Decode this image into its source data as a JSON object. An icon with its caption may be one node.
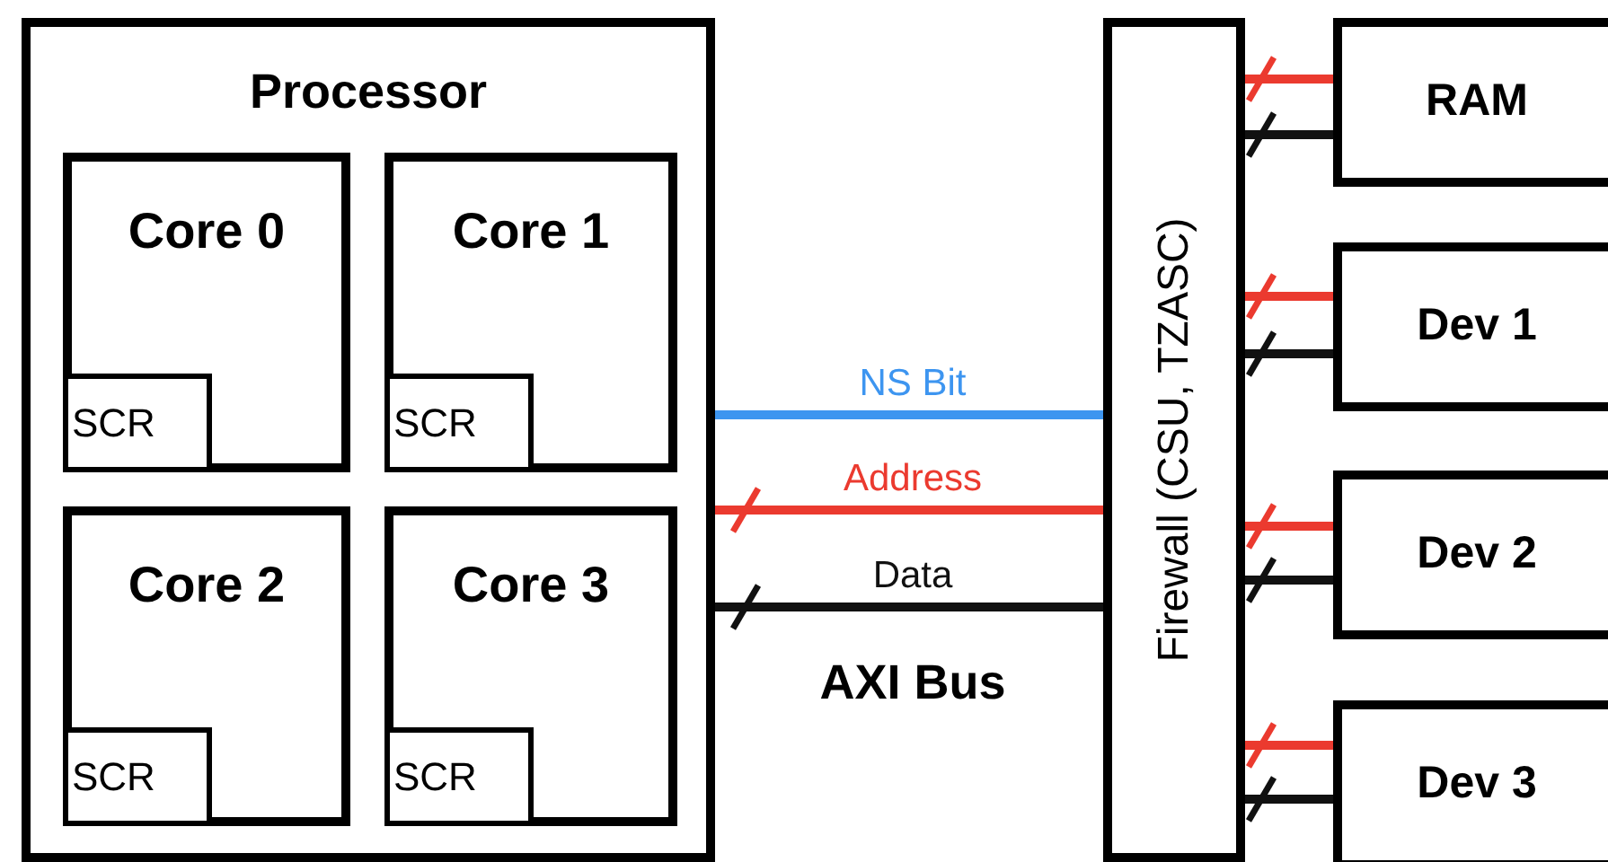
{
  "diagram": {
    "nodes": [
      {
        "text": [
          "Processor"
        ]
      },
      {
        "text": [
          "Core 0"
        ],
        "in": 0
      },
      {
        "text": [
          "Core 1"
        ],
        "in": 0
      },
      {
        "text": [
          "Core 2"
        ],
        "in": 0
      },
      {
        "text": [
          "Core 3"
        ],
        "in": 0
      },
      {
        "text": [
          "SCR"
        ],
        "in": 1
      },
      {
        "text": [
          "SCR"
        ],
        "in": 2
      },
      {
        "text": [
          "SCR"
        ],
        "in": 3
      },
      {
        "text": [
          "SCR"
        ],
        "in": 4
      },
      {
        "text": [
          "Firewall (CSU, TZASC)"
        ]
      },
      {
        "text": [
          "RAM"
        ]
      },
      {
        "text": [
          "Dev 1"
        ]
      },
      {
        "text": [
          "Dev 2"
        ]
      },
      {
        "text": [
          "Dev 3"
        ]
      }
    ],
    "edges": [
      {
        "from": 0,
        "to": 9,
        "arrow": "none",
        "label": "NS Bit",
        "color": "#3d95f0"
      },
      {
        "from": 0,
        "to": 9,
        "arrow": "none",
        "label": "Address",
        "color": "#eb3a2f"
      },
      {
        "from": 0,
        "to": 9,
        "arrow": "none",
        "label": "Data",
        "color": "#111111"
      },
      {
        "from": 9,
        "to": 10,
        "arrow": "none",
        "color": "#eb3a2f"
      },
      {
        "from": 9,
        "to": 10,
        "arrow": "none",
        "color": "#111111"
      },
      {
        "from": 9,
        "to": 11,
        "arrow": "none",
        "color": "#eb3a2f"
      },
      {
        "from": 9,
        "to": 11,
        "arrow": "none",
        "color": "#111111"
      },
      {
        "from": 9,
        "to": 12,
        "arrow": "none",
        "color": "#eb3a2f"
      },
      {
        "from": 9,
        "to": 12,
        "arrow": "none",
        "color": "#111111"
      },
      {
        "from": 9,
        "to": 13,
        "arrow": "none",
        "color": "#eb3a2f"
      },
      {
        "from": 9,
        "to": 13,
        "arrow": "none",
        "color": "#111111"
      }
    ],
    "labels": [
      "AXI Bus"
    ]
  }
}
